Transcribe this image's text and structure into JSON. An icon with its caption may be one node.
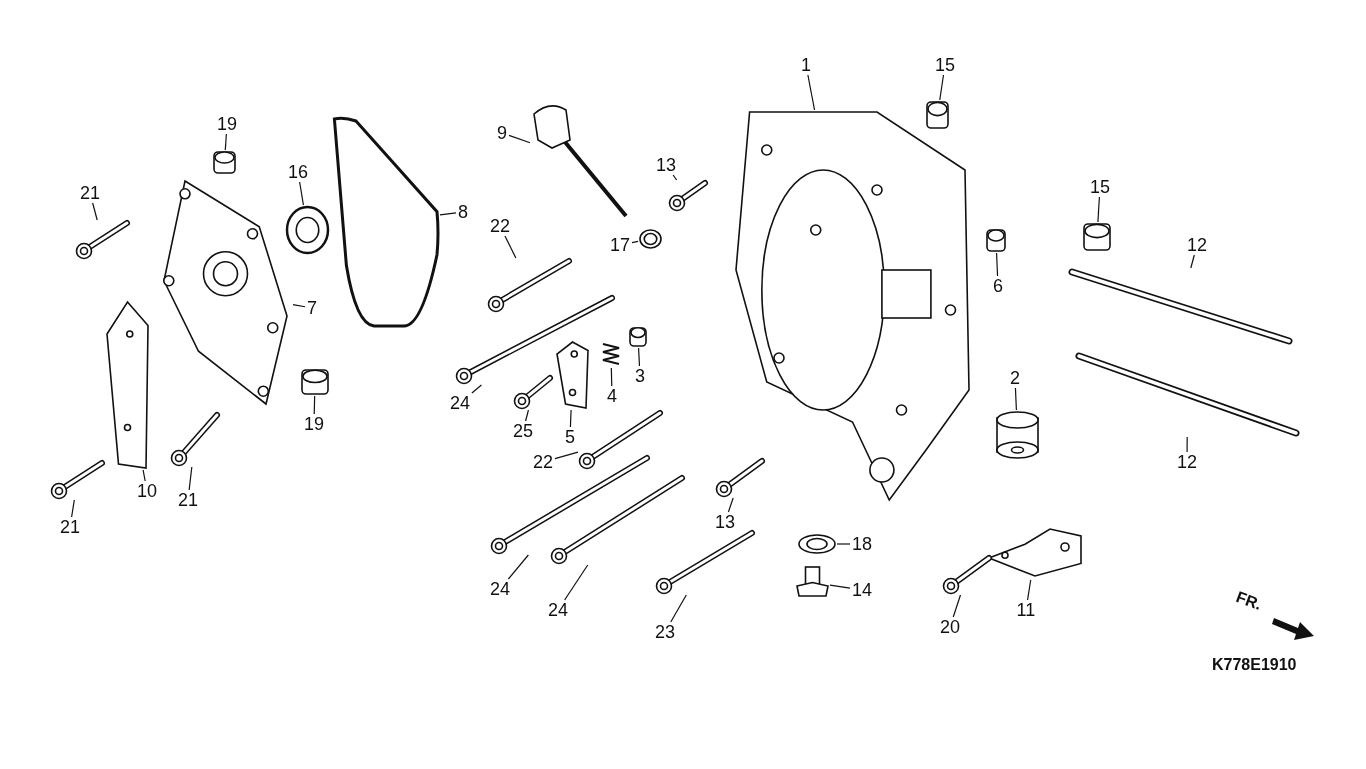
{
  "diagram": {
    "nodes": [
      {
        "text": [
          "1"
        ]
      },
      {
        "text": [],
        "shape": "picture"
      },
      {
        "text": [
          "2"
        ]
      },
      {
        "text": [],
        "shape": "picture"
      },
      {
        "text": [
          "3"
        ]
      },
      {
        "text": [],
        "shape": "picture"
      },
      {
        "text": [
          "4"
        ]
      },
      {
        "text": [],
        "shape": "picture"
      },
      {
        "text": [
          "5"
        ]
      },
      {
        "text": [],
        "shape": "picture"
      },
      {
        "text": [
          "6"
        ]
      },
      {
        "text": [],
        "shape": "picture"
      },
      {
        "text": [
          "7"
        ]
      },
      {
        "text": [],
        "shape": "picture"
      },
      {
        "text": [
          "8"
        ]
      },
      {
        "text": [],
        "shape": "picture"
      },
      {
        "text": [
          "9"
        ]
      },
      {
        "text": [],
        "shape": "picture"
      },
      {
        "text": [
          "10"
        ]
      },
      {
        "text": [],
        "shape": "picture"
      },
      {
        "text": [
          "11"
        ]
      },
      {
        "text": [],
        "shape": "picture"
      },
      {
        "text": [
          "12"
        ]
      },
      {
        "text": [],
        "shape": "picture"
      },
      {
        "text": [
          "12"
        ]
      },
      {
        "text": [],
        "shape": "picture"
      },
      {
        "text": [
          "13"
        ]
      },
      {
        "text": [],
        "shape": "picture"
      },
      {
        "text": [
          "13"
        ]
      },
      {
        "text": [],
        "shape": "picture"
      },
      {
        "text": [
          "14"
        ]
      },
      {
        "text": [],
        "shape": "picture"
      },
      {
        "text": [
          "15"
        ]
      },
      {
        "text": [],
        "shape": "picture"
      },
      {
        "text": [
          "15"
        ]
      },
      {
        "text": [],
        "shape": "picture"
      },
      {
        "text": [
          "16"
        ]
      },
      {
        "text": [],
        "shape": "picture"
      },
      {
        "text": [
          "17"
        ]
      },
      {
        "text": [],
        "shape": "picture"
      },
      {
        "text": [
          "18"
        ]
      },
      {
        "text": [],
        "shape": "picture"
      },
      {
        "text": [
          "19"
        ]
      },
      {
        "text": [],
        "shape": "picture"
      },
      {
        "text": [
          "19"
        ]
      },
      {
        "text": [],
        "shape": "picture"
      },
      {
        "text": [
          "20"
        ]
      },
      {
        "text": [],
        "shape": "picture"
      },
      {
        "text": [
          "21"
        ]
      },
      {
        "text": [],
        "shape": "picture"
      },
      {
        "text": [
          "21"
        ]
      },
      {
        "text": [],
        "shape": "picture"
      },
      {
        "text": [
          "21"
        ]
      },
      {
        "text": [],
        "shape": "picture"
      },
      {
        "text": [
          "22"
        ]
      },
      {
        "text": [],
        "shape": "picture"
      },
      {
        "text": [
          "22"
        ]
      },
      {
        "text": [],
        "shape": "picture"
      },
      {
        "text": [
          "23"
        ]
      },
      {
        "text": [],
        "shape": "picture"
      },
      {
        "text": [
          "24"
        ]
      },
      {
        "text": [],
        "shape": "picture"
      },
      {
        "text": [
          "24"
        ]
      },
      {
        "text": [],
        "shape": "picture"
      },
      {
        "text": [
          "24"
        ]
      },
      {
        "text": [],
        "shape": "picture"
      },
      {
        "text": [
          "25"
        ]
      },
      {
        "text": [],
        "shape": "picture"
      }
    ],
    "edges": [
      {
        "from": 0,
        "to": 1,
        "arrow": "none"
      },
      {
        "from": 2,
        "to": 3,
        "arrow": "none"
      },
      {
        "from": 4,
        "to": 5,
        "arrow": "none"
      },
      {
        "from": 6,
        "to": 7,
        "arrow": "none"
      },
      {
        "from": 8,
        "to": 9,
        "arrow": "none"
      },
      {
        "from": 10,
        "to": 11,
        "arrow": "none"
      },
      {
        "from": 12,
        "to": 13,
        "arrow": "none"
      },
      {
        "from": 14,
        "to": 15,
        "arrow": "none"
      },
      {
        "from": 16,
        "to": 17,
        "arrow": "none"
      },
      {
        "from": 18,
        "to": 19,
        "arrow": "none"
      },
      {
        "from": 20,
        "to": 21,
        "arrow": "none"
      },
      {
        "from": 22,
        "to": 23,
        "arrow": "none"
      },
      {
        "from": 24,
        "to": 25,
        "arrow": "none"
      },
      {
        "from": 26,
        "to": 27,
        "arrow": "none"
      },
      {
        "from": 28,
        "to": 29,
        "arrow": "none"
      },
      {
        "from": 30,
        "to": 31,
        "arrow": "none"
      },
      {
        "from": 32,
        "to": 33,
        "arrow": "none"
      },
      {
        "from": 34,
        "to": 35,
        "arrow": "none"
      },
      {
        "from": 36,
        "to": 37,
        "arrow": "none"
      },
      {
        "from": 38,
        "to": 39,
        "arrow": "none"
      },
      {
        "from": 40,
        "to": 41,
        "arrow": "none"
      },
      {
        "from": 42,
        "to": 43,
        "arrow": "none"
      },
      {
        "from": 44,
        "to": 45,
        "arrow": "none"
      },
      {
        "from": 46,
        "to": 47,
        "arrow": "none"
      },
      {
        "from": 48,
        "to": 49,
        "arrow": "none"
      },
      {
        "from": 50,
        "to": 51,
        "arrow": "none"
      },
      {
        "from": 52,
        "to": 53,
        "arrow": "none"
      },
      {
        "from": 54,
        "to": 55,
        "arrow": "none"
      },
      {
        "from": 56,
        "to": 57,
        "arrow": "none"
      },
      {
        "from": 58,
        "to": 59,
        "arrow": "none"
      },
      {
        "from": 60,
        "to": 61,
        "arrow": "none"
      },
      {
        "from": 62,
        "to": 63,
        "arrow": "none"
      },
      {
        "from": 64,
        "to": 65,
        "arrow": "none"
      },
      {
        "from": 66,
        "to": 67,
        "arrow": "none"
      }
    ],
    "labels": [
      "FR.",
      "K778E1910"
    ]
  }
}
